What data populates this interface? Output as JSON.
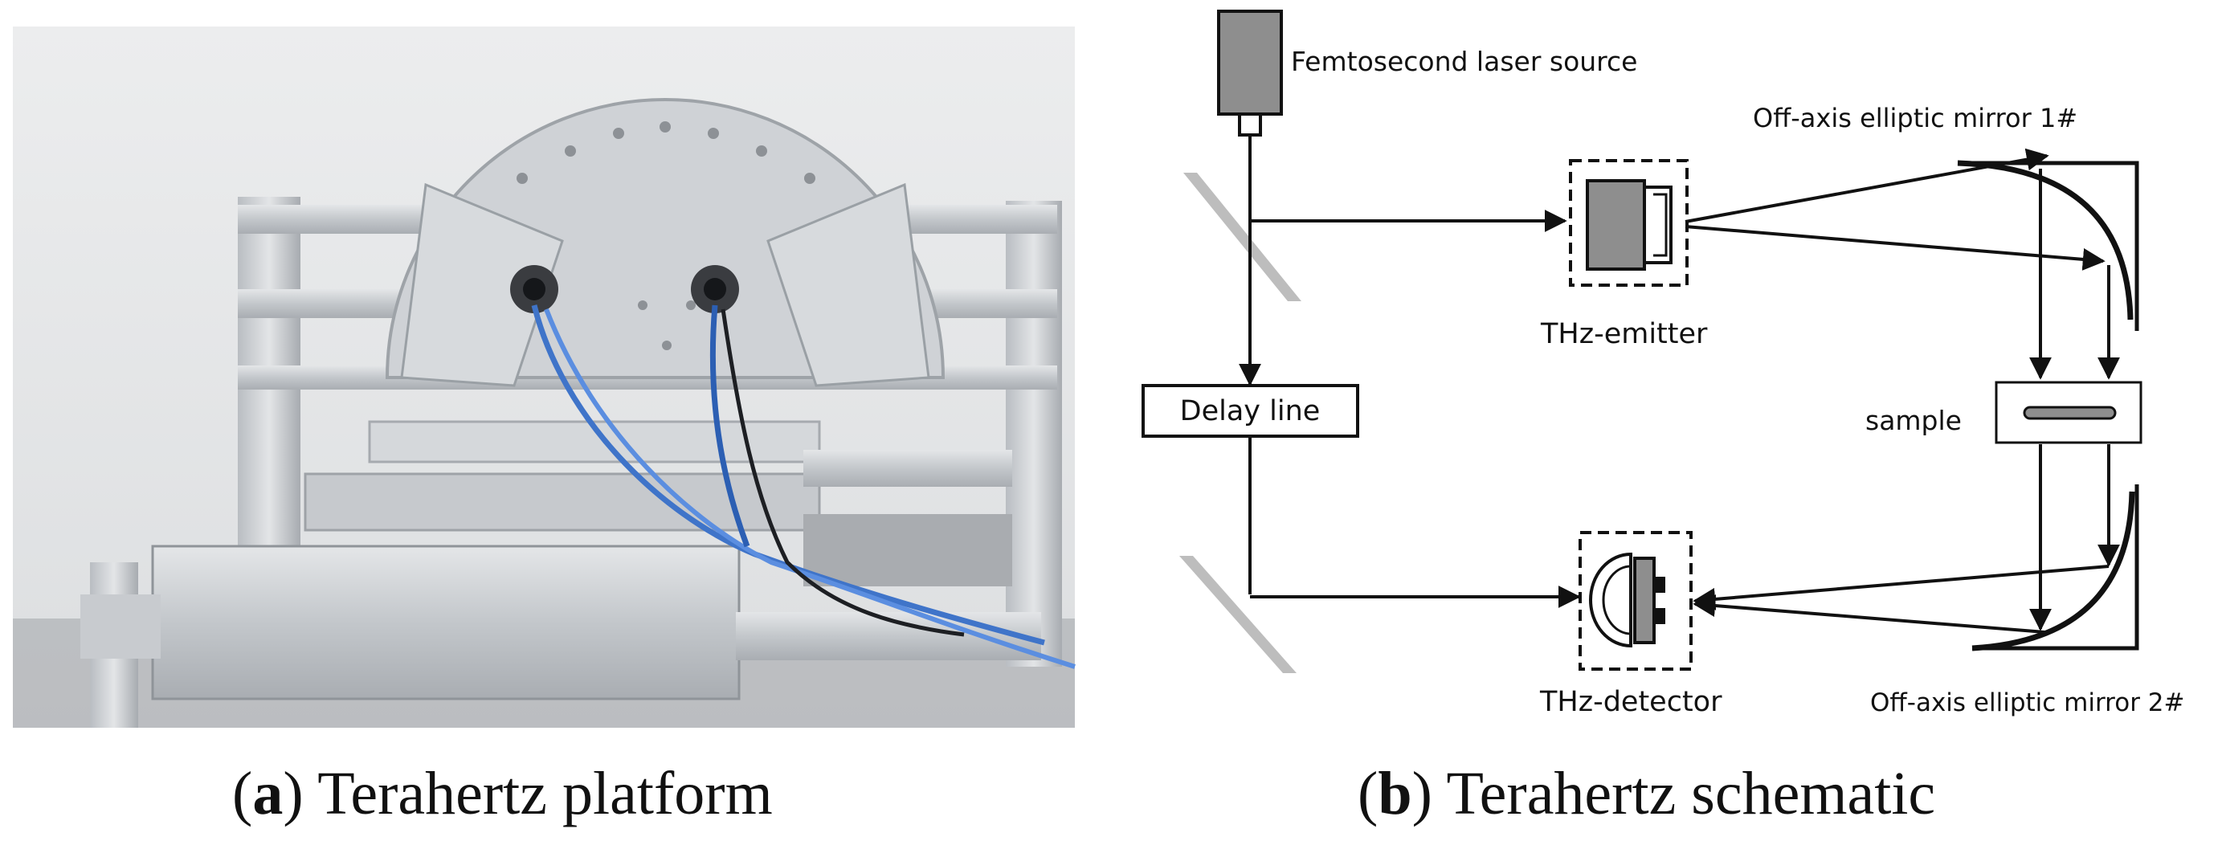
{
  "captions": {
    "a": {
      "letter": "a",
      "text": ") Terahertz platform"
    },
    "b": {
      "letter": "b",
      "text": ") Terahertz schematic"
    }
  },
  "schematic": {
    "laser": "Femtosecond laser source",
    "emitter": "THz-emitter",
    "detector": "THz-detector",
    "delay": "Delay line",
    "sample": "sample",
    "mirror1": "Off-axis elliptic mirror 1#",
    "mirror2": "Off-axis elliptic mirror 2#"
  },
  "colors": {
    "line": "#111111",
    "beam_splitter": "#bdbdbd",
    "laser_body": "#8e8e8e",
    "photo_bg": "#e6e7e8",
    "aluminum": "#c9ccd0",
    "cable": "#3f74c9"
  }
}
